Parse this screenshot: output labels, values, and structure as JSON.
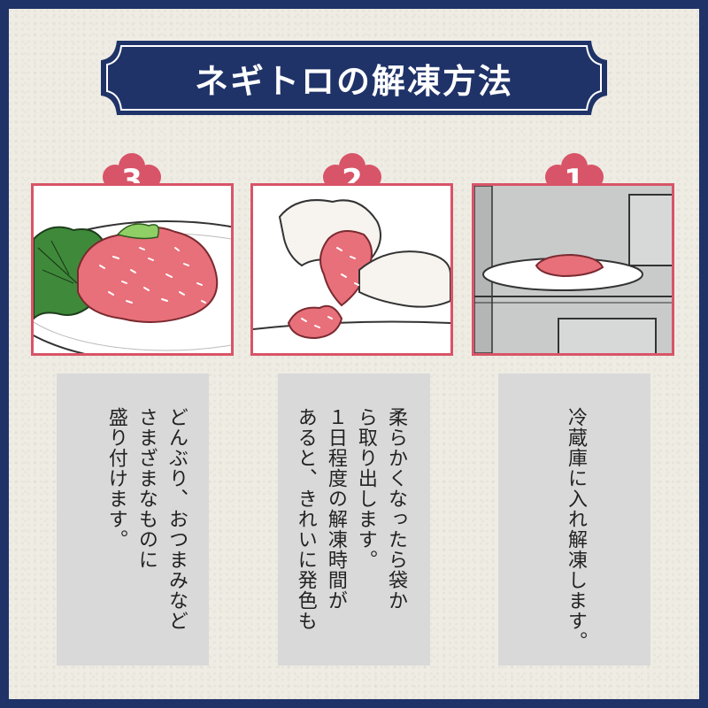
{
  "title": "ネギトロの解凍方法",
  "colors": {
    "navy": "#1f3368",
    "accent": "#d85468",
    "paper": "#efece4",
    "textbox": "#d9d9d9"
  },
  "steps": [
    {
      "number": "3",
      "illustration": "negitoro-served-on-shiso-plate",
      "lines": [
        "どんぶり、おつまみなど",
        "さまざまなものに",
        "盛り付けます。"
      ]
    },
    {
      "number": "2",
      "illustration": "hands-squeezing-negitoro-from-bag",
      "lines": [
        "柔らかくなったら袋か",
        "ら取り出します。",
        "１日程度の解凍時間が",
        "あると、きれいに発色も"
      ]
    },
    {
      "number": "1",
      "illustration": "negitoro-plate-in-refrigerator",
      "lines": [
        "冷蔵庫に入れ解凍します。"
      ]
    }
  ]
}
